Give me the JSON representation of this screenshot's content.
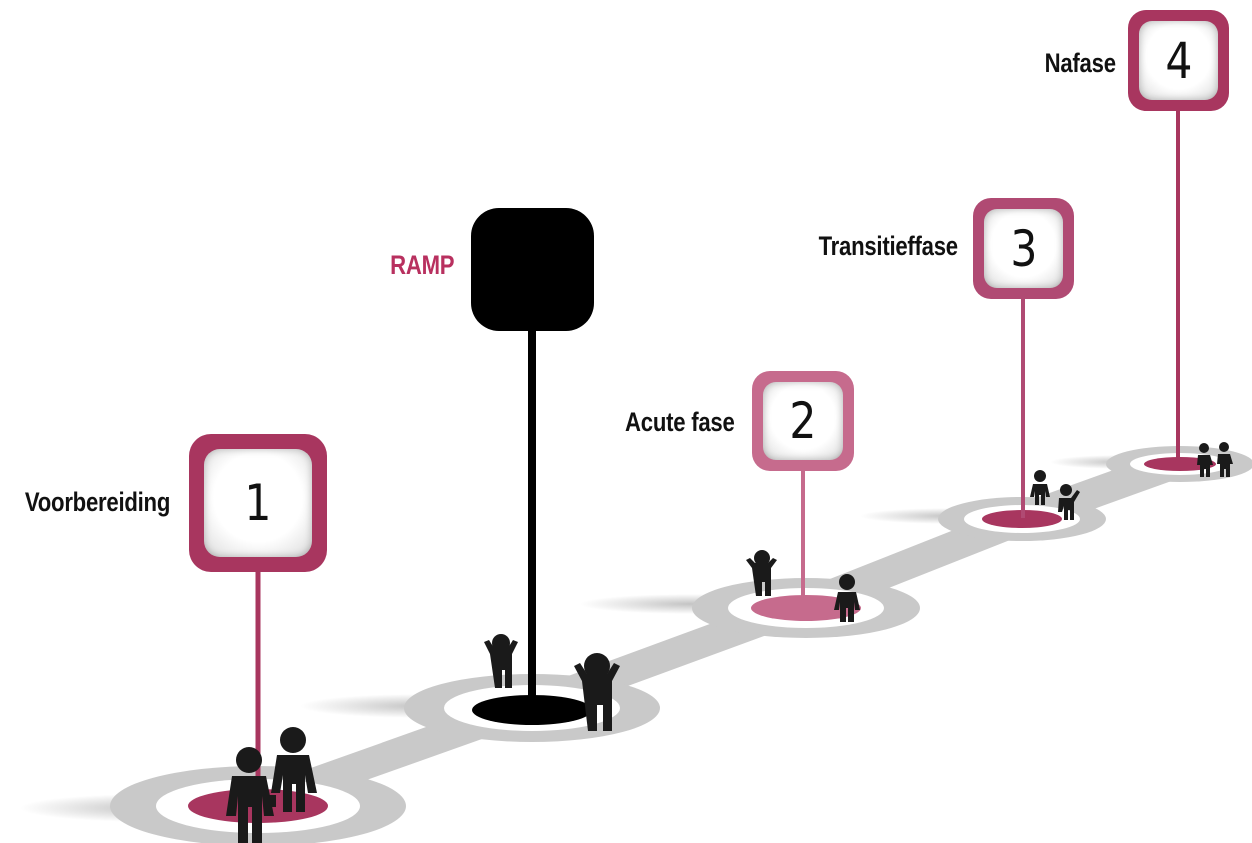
{
  "diagram": {
    "event": {
      "label": "RAMP"
    },
    "phases": [
      {
        "number": "1",
        "label": "Voorbereiding"
      },
      {
        "number": "2",
        "label": "Acute fase"
      },
      {
        "number": "3",
        "label": "Transitieffase"
      },
      {
        "number": "4",
        "label": "Nafase"
      }
    ]
  },
  "colors": {
    "accent": "#a8365f",
    "accent_light": "#c66b8d",
    "ramp_text": "#b8305f",
    "path": "#c9c9c9",
    "ramp_box": "#000000"
  }
}
